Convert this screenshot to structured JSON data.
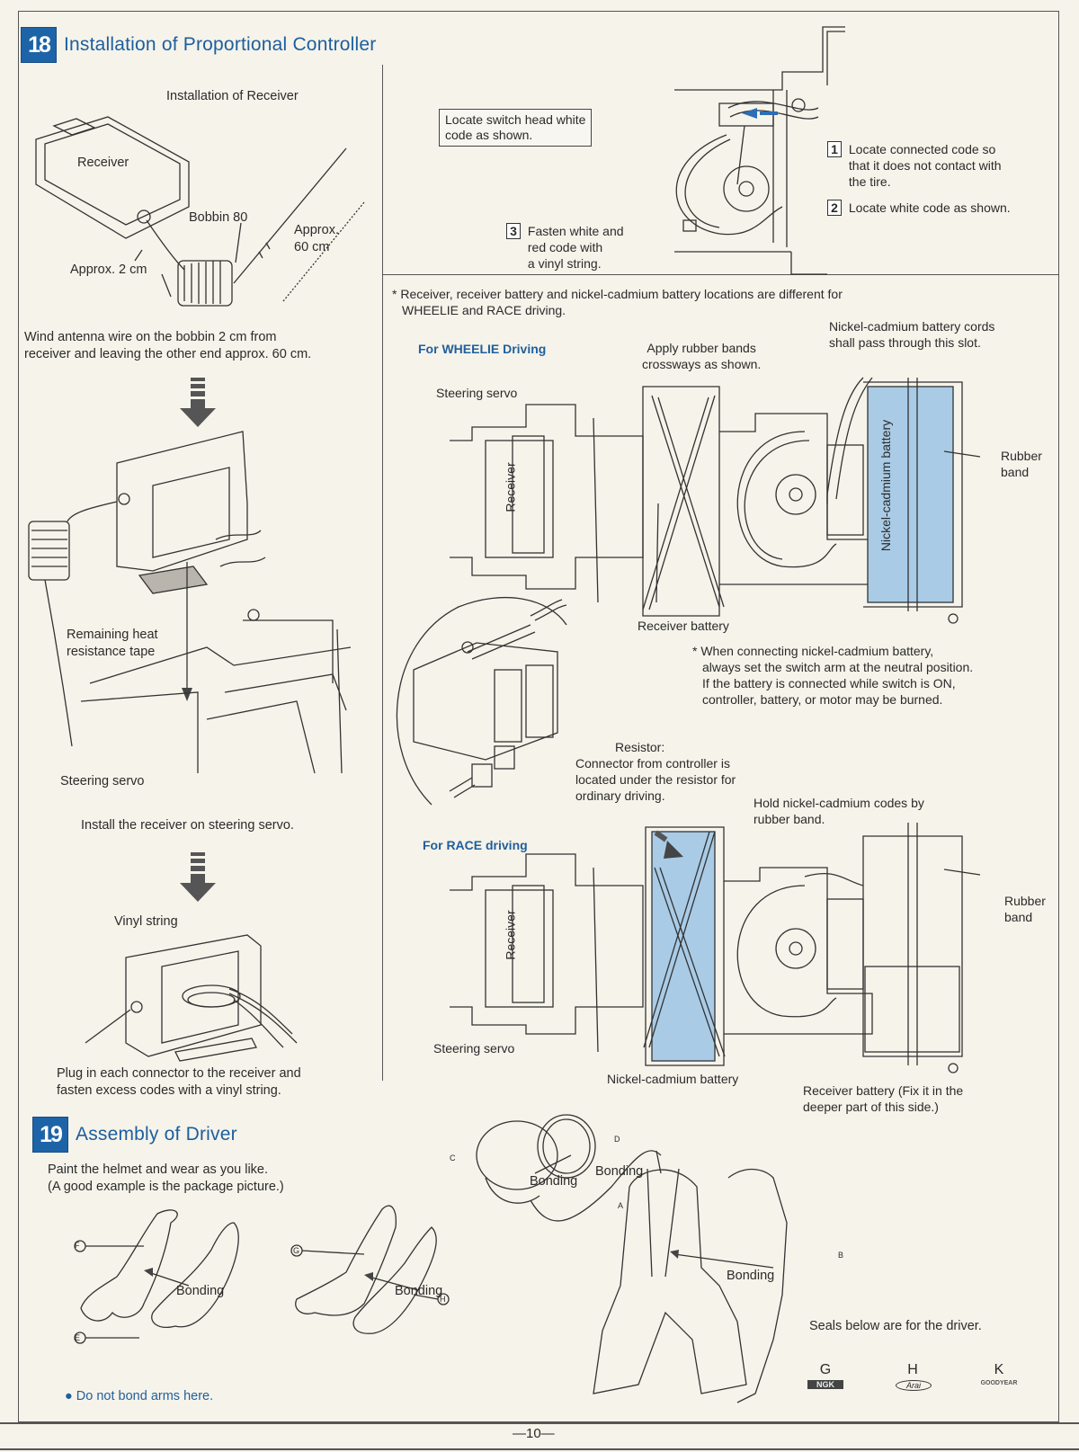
{
  "page_number": "—10—",
  "section18": {
    "number": "18",
    "title": "Installation of Proportional Controller",
    "install_receiver_title": "Installation of Receiver",
    "receiver_label": "Receiver",
    "bobbin_label": "Bobbin  80",
    "approx_2cm": "Approx. 2 cm",
    "approx_60cm_line1": "Approx.",
    "approx_60cm_line2": "60 cm",
    "wind_text_line1": "Wind antenna wire on the bobbin 2 cm from",
    "wind_text_line2": "receiver and leaving the other end approx. 60 cm.",
    "heat_tape_line1": "Remaining heat",
    "heat_tape_line2": "resistance tape",
    "steering_servo": "Steering servo",
    "install_on_servo": "Install the receiver on steering servo.",
    "vinyl_string": "Vinyl string",
    "plug_text_line1": "Plug in each connector to the receiver and",
    "plug_text_line2": "fasten excess codes with a vinyl string.",
    "switch_note_line1": "Locate switch head white",
    "switch_note_line2": "code as shown.",
    "steps": [
      {
        "num": "1",
        "line1": "Locate connected code so",
        "line2": "that it does not contact with",
        "line3": "the tire."
      },
      {
        "num": "2",
        "line1": "Locate white code as shown."
      },
      {
        "num": "3",
        "line1": "Fasten white and",
        "line2": "red code with",
        "line3": "a vinyl string."
      }
    ],
    "locations_note_line1": "* Receiver, receiver battery and nickel-cadmium battery locations are different for",
    "locations_note_line2": "WHEELIE and RACE driving.",
    "wheelie": {
      "title": "For WHEELIE Driving",
      "rubber_cross_line1": "Apply rubber bands",
      "rubber_cross_line2": "crossways as shown.",
      "cords_line1": "Nickel-cadmium battery cords",
      "cords_line2": "shall pass through this slot.",
      "steering_servo": "Steering servo",
      "receiver": "Receiver",
      "nicad_battery": "Nickel-cadmium battery",
      "rubber_band_line1": "Rubber",
      "rubber_band_line2": "band",
      "receiver_battery": "Receiver battery"
    },
    "warning_line1": "* When connecting nickel-cadmium battery,",
    "warning_line2": "always set the switch arm at the neutral position.",
    "warning_line3": "If the battery is connected while switch is ON,",
    "warning_line4": "controller, battery, or motor may be burned.",
    "resistor_line1": "Resistor:",
    "resistor_line2": "Connector from controller is",
    "resistor_line3": "located under the resistor for",
    "resistor_line4": "ordinary driving.",
    "hold_codes_line1": "Hold nickel-cadmium codes by",
    "hold_codes_line2": "rubber band.",
    "race": {
      "title": "For RACE driving",
      "receiver": "Receiver",
      "steering_servo": "Steering servo",
      "nicad_battery": "Nickel-cadmium battery",
      "rubber_band_line1": "Rubber",
      "rubber_band_line2": "band",
      "receiver_battery_line1": "Receiver battery (Fix it in the",
      "receiver_battery_line2": "deeper part of this side.)"
    }
  },
  "section19": {
    "number": "19",
    "title": "Assembly of Driver",
    "paint_line1": "Paint the helmet and wear as you like.",
    "paint_line2": "(A good example is the package picture.)",
    "bonding": "Bonding",
    "parts": [
      "A",
      "B",
      "C",
      "D",
      "E",
      "F",
      "G",
      "H"
    ],
    "do_not_bond": "Do not bond arms here.",
    "seals_note": "Seals below are for the driver.",
    "seals": [
      {
        "letter": "G",
        "logo": "NGK"
      },
      {
        "letter": "H",
        "logo": "Arai"
      },
      {
        "letter": "K",
        "logo": "GOODYEAR"
      }
    ]
  },
  "colors": {
    "heading_blue": "#1c5f9e",
    "badge_blue": "#1d63a8",
    "battery_blue": "#a9cbe6",
    "paper": "#f6f3ea"
  }
}
